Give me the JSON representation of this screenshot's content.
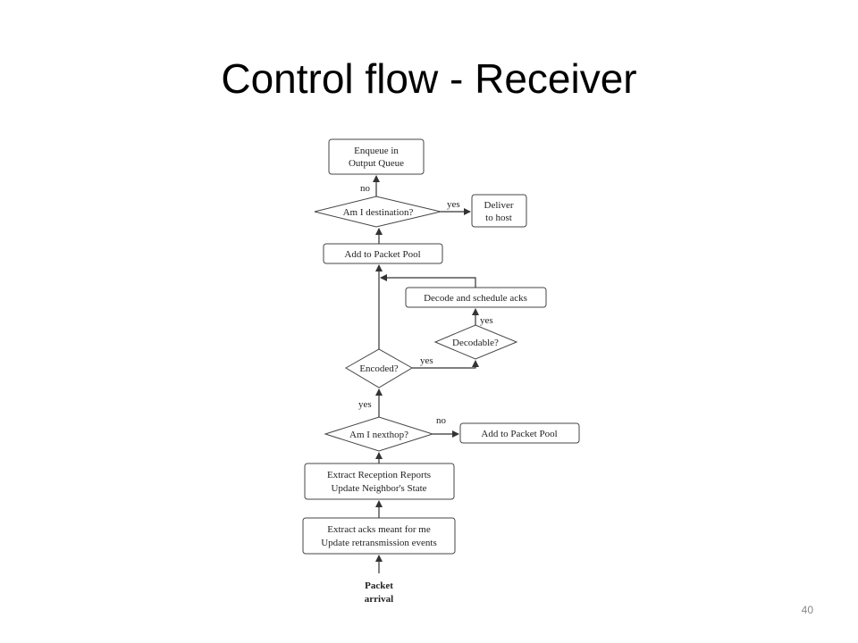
{
  "slide": {
    "title": "Control flow - Receiver",
    "page_number": "40"
  },
  "flowchart": {
    "nodes": {
      "enqueue": [
        "Enqueue in",
        "Output Queue"
      ],
      "am_i_destination": [
        "Am I destination?"
      ],
      "deliver": [
        "Deliver",
        "to host"
      ],
      "add_pool_top": [
        "Add to Packet Pool"
      ],
      "decode_schedule": [
        "Decode and schedule acks"
      ],
      "decodable": [
        "Decodable?"
      ],
      "encoded": [
        "Encoded?"
      ],
      "am_i_nexthop": [
        "Am I nexthop?"
      ],
      "add_pool_right": [
        "Add to Packet Pool"
      ],
      "extract_reports": [
        "Extract Reception Reports",
        "Update Neighbor's State"
      ],
      "extract_acks": [
        "Extract acks meant for me",
        "Update retransmission events"
      ],
      "packet_arrival": [
        "Packet",
        "arrival"
      ]
    },
    "edge_labels": {
      "dest_no": "no",
      "dest_yes": "yes",
      "decodable_yes": "yes",
      "encoded_yes_right": "yes",
      "nexthop_yes": "yes",
      "nexthop_no": "no"
    }
  }
}
